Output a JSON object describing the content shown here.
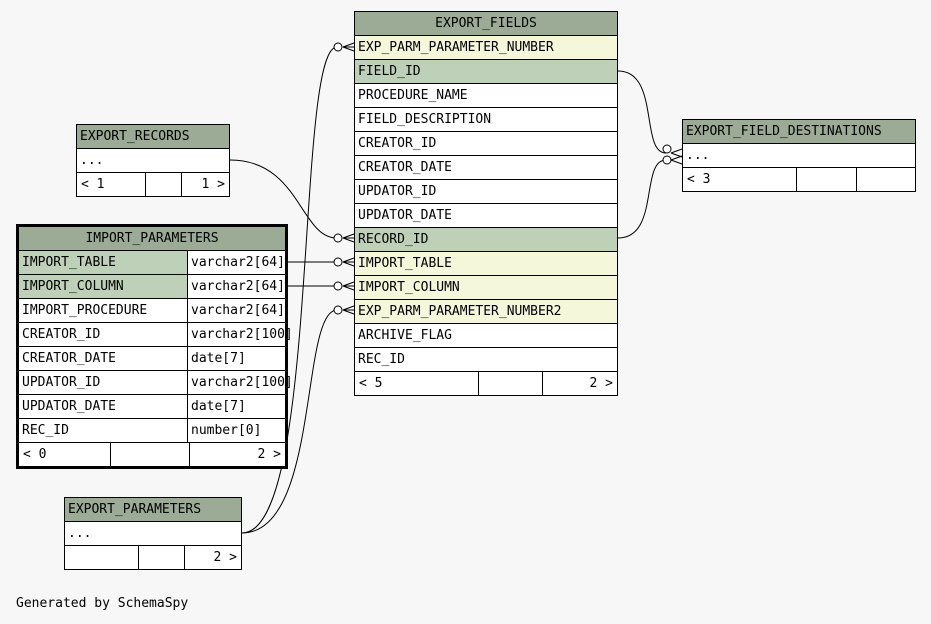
{
  "credit": "Generated by SchemaSpy",
  "colors": {
    "header": "#9bab96",
    "primary_key": "#bed1b8",
    "foreign_key": "#f4f7da",
    "background": "#f7f7f7"
  },
  "export_fields": {
    "title": "EXPORT_FIELDS",
    "columns": [
      "EXP_PARM_PARAMETER_NUMBER",
      "FIELD_ID",
      "PROCEDURE_NAME",
      "FIELD_DESCRIPTION",
      "CREATOR_ID",
      "CREATOR_DATE",
      "UPDATOR_ID",
      "UPDATOR_DATE",
      "RECORD_ID",
      "IMPORT_TABLE",
      "IMPORT_COLUMN",
      "EXP_PARM_PARAMETER_NUMBER2",
      "ARCHIVE_FLAG",
      "REC_ID"
    ],
    "parents": "< 5",
    "children": "2 >"
  },
  "export_records": {
    "title": "EXPORT_RECORDS",
    "ellipsis": "...",
    "parents": "< 1",
    "children": "1 >"
  },
  "import_parameters": {
    "title": "IMPORT_PARAMETERS",
    "columns": [
      {
        "name": "IMPORT_TABLE",
        "type": "varchar2[64]"
      },
      {
        "name": "IMPORT_COLUMN",
        "type": "varchar2[64]"
      },
      {
        "name": "IMPORT_PROCEDURE",
        "type": "varchar2[64]"
      },
      {
        "name": "CREATOR_ID",
        "type": "varchar2[100]"
      },
      {
        "name": "CREATOR_DATE",
        "type": "date[7]"
      },
      {
        "name": "UPDATOR_ID",
        "type": "varchar2[100]"
      },
      {
        "name": "UPDATOR_DATE",
        "type": "date[7]"
      },
      {
        "name": "REC_ID",
        "type": "number[0]"
      }
    ],
    "parents": "< 0",
    "children": "2 >"
  },
  "export_parameters": {
    "title": "EXPORT_PARAMETERS",
    "ellipsis": "...",
    "children": "2 >"
  },
  "export_field_destinations": {
    "title": "EXPORT_FIELD_DESTINATIONS",
    "ellipsis": "...",
    "parents": "< 3"
  }
}
